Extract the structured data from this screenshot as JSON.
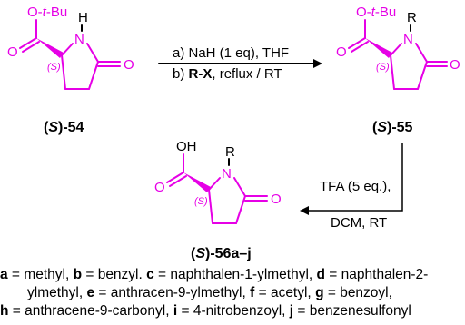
{
  "compounds": {
    "c54": {
      "label_prefix": "(",
      "label_stereo": "S",
      "label_suffix": ")-54",
      "ester": "O-",
      "ester_t": "t",
      "ester_bu": "-Bu",
      "n_sub": "H",
      "stereo": "(S)",
      "n_atom": "N",
      "o_atom": "O"
    },
    "c55": {
      "label_prefix": "(",
      "label_stereo": "S",
      "label_suffix": ")-55",
      "ester": "O-",
      "ester_t": "t",
      "ester_bu": "-Bu",
      "n_sub": "R",
      "stereo": "(S)",
      "n_atom": "N",
      "o_atom": "O"
    },
    "c56": {
      "label_prefix": "(",
      "label_stereo": "S",
      "label_suffix": ")-56a–j",
      "acid": "OH",
      "n_sub": "R",
      "stereo": "(S)",
      "n_atom": "N",
      "o_atom": "O"
    }
  },
  "step1": {
    "line_a": "a) NaH (1 eq), THF",
    "line_b_prefix": "b) ",
    "line_b_bold": "R-X",
    "line_b_suffix": ", reflux / RT"
  },
  "step2": {
    "line_1": "TFA (5 eq.),",
    "line_2": "DCM, RT"
  },
  "legend": {
    "line1": [
      {
        "k": "a",
        "v": " = methyl, "
      },
      {
        "k": "b",
        "v": " = benzyl. "
      },
      {
        "k": "c",
        "v": " = naphthalen-1-ylmethyl, "
      },
      {
        "k": "d",
        "v": " = naphthalen-2-"
      }
    ],
    "line2": [
      {
        "k": "",
        "v": "ylmethyl, "
      },
      {
        "k": "e",
        "v": " = anthracen-9-ylmethyl, "
      },
      {
        "k": "f",
        "v": " = acetyl, "
      },
      {
        "k": "g",
        "v": " = benzoyl,"
      }
    ],
    "line3": [
      {
        "k": "h",
        "v": " = anthracene-9-carbonyl, "
      },
      {
        "k": "i",
        "v": " = 4-nitrobenzoyl, "
      },
      {
        "k": "j",
        "v": " = benzenesulfonyl"
      }
    ]
  }
}
